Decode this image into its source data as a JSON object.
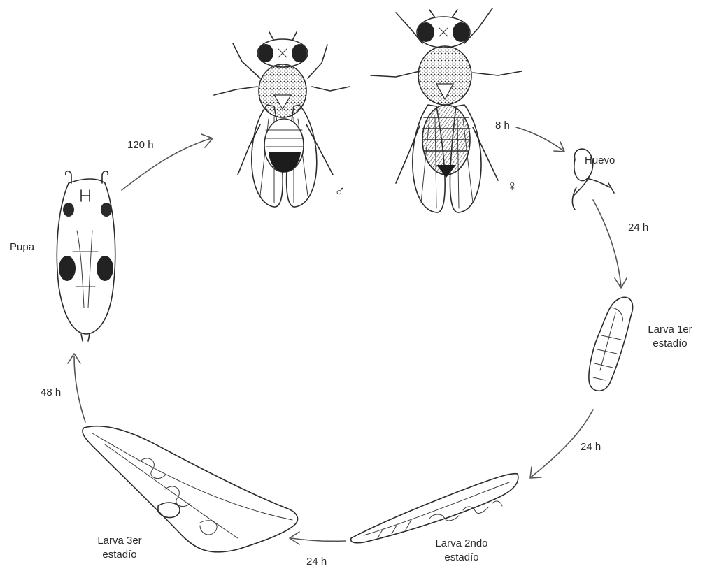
{
  "stages": {
    "huevo": "Huevo",
    "larva1": [
      "Larva 1er",
      "estadío"
    ],
    "larva2": [
      "Larva 2ndo",
      "estadío"
    ],
    "larva3": [
      "Larva 3er",
      "estadío"
    ],
    "pupa": "Pupa"
  },
  "sex_symbols": {
    "male": "♂",
    "female": "♀"
  },
  "durations": {
    "female_to_egg": "8 h",
    "egg_to_larva1": "24 h",
    "larva1_to_larva2": "24 h",
    "larva2_to_larva3": "24 h",
    "larva3_to_pupa": "48 h",
    "pupa_to_adult": "120 h"
  },
  "illustrations": [
    "male-fly",
    "female-fly",
    "egg",
    "larva-1",
    "larva-2",
    "larva-3",
    "pupa"
  ]
}
